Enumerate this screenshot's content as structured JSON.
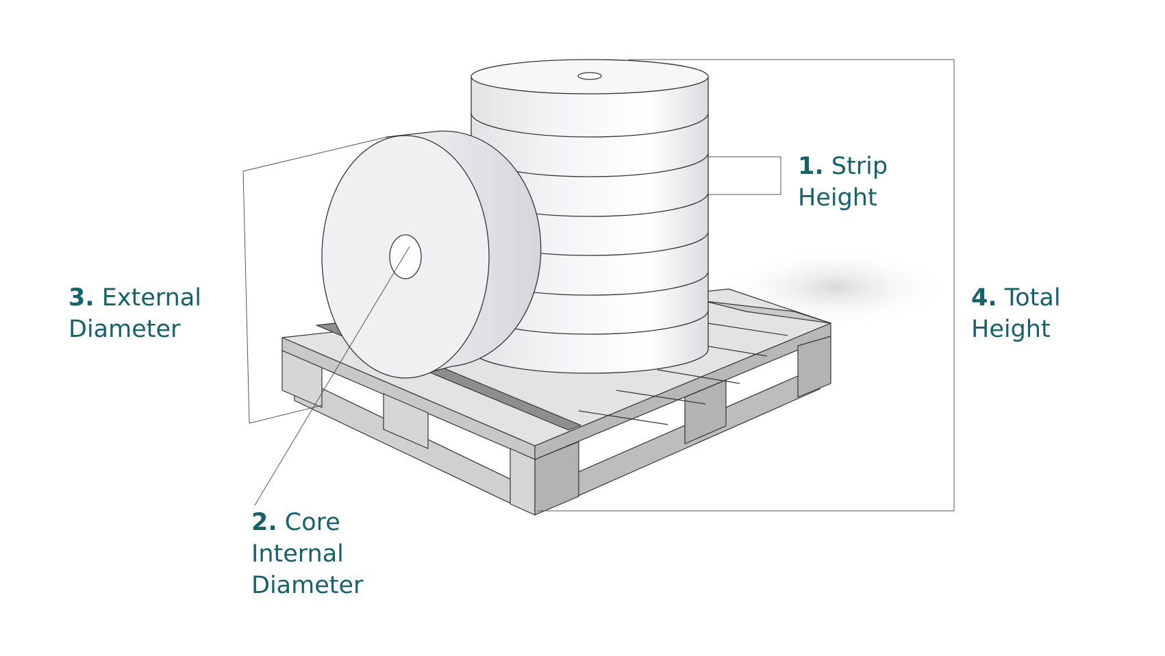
{
  "colors": {
    "label": "#16626b",
    "roll_light": "#ffffff",
    "roll_mid": "#eeeeef",
    "roll_shadow": "#d2d2d4",
    "pallet_top": "#e2e2e2",
    "pallet_side": "#c4c4c4",
    "pallet_dark": "#8d8d8d",
    "outline": "#333333",
    "leader": "#555555"
  },
  "labels": {
    "strip_height": {
      "num": "1.",
      "lines": [
        "Strip",
        "Height"
      ]
    },
    "core_internal_diameter": {
      "num": "2.",
      "lines": [
        "Core",
        "Internal",
        "Diameter"
      ]
    },
    "external_diameter": {
      "num": "3.",
      "lines": [
        "External",
        "Diameter"
      ]
    },
    "total_height": {
      "num": "4.",
      "lines": [
        "Total",
        "Height"
      ]
    }
  },
  "stack": {
    "strip_count": 7
  }
}
